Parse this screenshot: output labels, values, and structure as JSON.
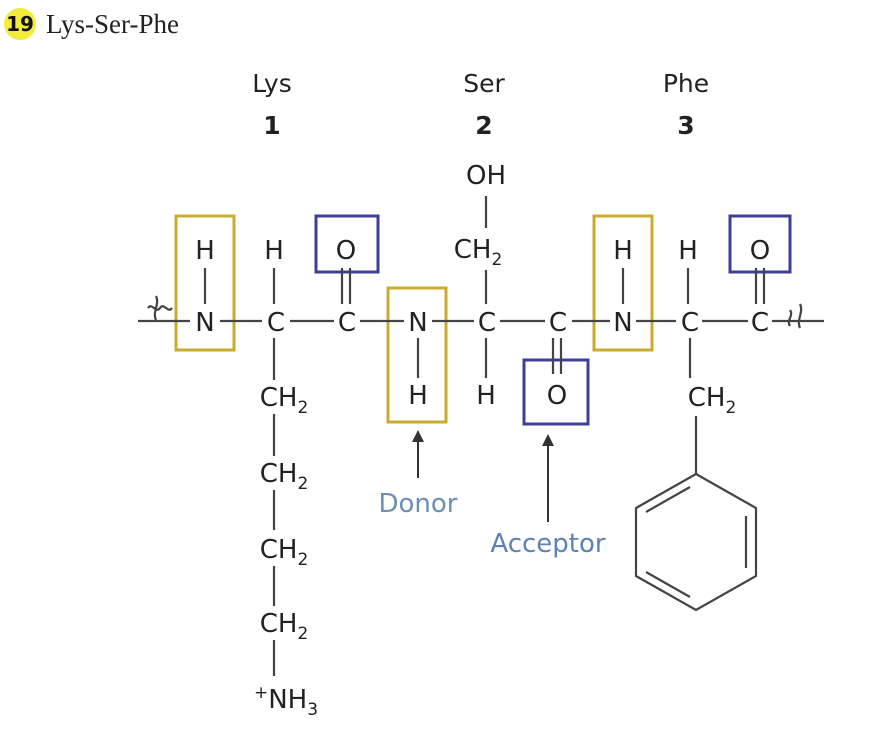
{
  "figure": {
    "number": "19",
    "title": "Lys-Ser-Phe"
  },
  "residues": [
    {
      "name": "Lys",
      "position": "1"
    },
    {
      "name": "Ser",
      "position": "2"
    },
    {
      "name": "Phe",
      "position": "3"
    }
  ],
  "atoms": {
    "H": "H",
    "N": "N",
    "C": "C",
    "O": "O",
    "OH": "OH",
    "CH": "CH",
    "sub2": "2",
    "sub3": "3",
    "NH": "NH",
    "plus": "+"
  },
  "annotations": {
    "donor": "Donor",
    "acceptor": "Acceptor"
  },
  "colors": {
    "donor_box": "#c9ac2e",
    "acceptor_box": "#3d3f9a",
    "badge": "#f3ec3a",
    "donor_text": "#6d8fb3",
    "acceptor_text": "#5d82b3"
  }
}
